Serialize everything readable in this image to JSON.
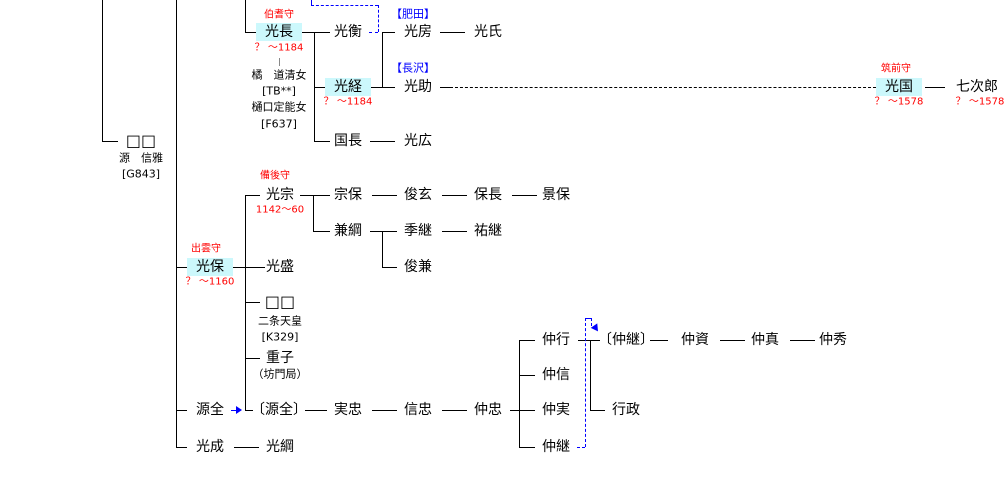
{
  "nodes": {
    "mitsunaga": "光長",
    "mitsunaga_title": "伯耆守",
    "mitsunaga_dates": "？ ～1184",
    "wife1": "橘　道清女",
    "wife1_id": "[TB**]",
    "wife2": "樋口定能女",
    "wife2_id": "[F637]",
    "mitsuhira": "光衡",
    "mitsutsune": "光経",
    "mitsutsune_dates": "？ ～1184",
    "kuninaga": "国長",
    "mitsuhiro": "光広",
    "hida_label": "【肥田】",
    "mitsufusa": "光房",
    "mitsuuji": "光氏",
    "nagasawa_label": "【長沢】",
    "mitsusuke": "光助",
    "mitsukuni": "光国",
    "mitsukuni_title": "筑前守",
    "mitsukuni_dates": "？ ～1578",
    "shichijiro": "七次郎",
    "shichijiro_dates": "？ ～1578",
    "unknown1": "□□",
    "nobumasa": "源　信雅",
    "nobumasa_id": "[G843]",
    "mitsuyasu": "光保",
    "mitsuyasu_title": "出雲守",
    "mitsuyasu_dates": "？ ～1160",
    "mitsumune": "光宗",
    "mitsumune_title": "備後守",
    "mitsumune_dates": "1142～60",
    "muneyasu": "宗保",
    "shungen": "俊玄",
    "yasunaga": "保長",
    "kageyasu": "景保",
    "kanetsuna": "兼綱",
    "suetsugu": "季継",
    "suketsugu": "祐継",
    "shunken": "俊兼",
    "mitsumori": "光盛",
    "unknown2": "□□",
    "nijo": "二条天皇",
    "nijo_id": "[K329]",
    "shigeko": "重子",
    "shigeko_note": "（坊門局）",
    "genzen": "源全",
    "genzen2": "〔源全〕",
    "sanetada": "実忠",
    "nobutada": "信忠",
    "nakatada": "仲忠",
    "nakayuki": "仲行",
    "nakanobu": "仲信",
    "nakazane": "仲実",
    "nakatsugu": "仲継",
    "nakatsugu2": "〔仲継〕",
    "nakasuke": "仲資",
    "nakazane2": "仲真",
    "nakahide": "仲秀",
    "yukimasa": "行政",
    "mitsunari": "光成",
    "mitsutsuna": "光綱"
  }
}
